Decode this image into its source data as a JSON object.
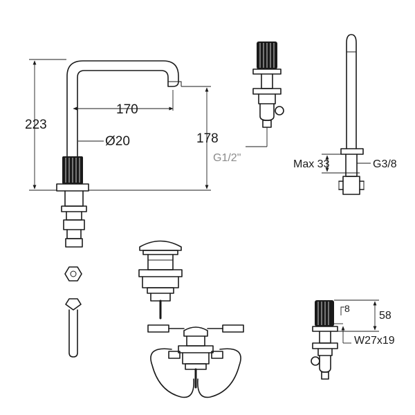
{
  "dimensions": {
    "spout_height": "223",
    "spout_reach": "170",
    "spout_diameter": "Ø20",
    "spout_tail_length": "178",
    "inlet_thread": "G1/2\"",
    "max_deck_thickness": "Max 33",
    "connection_thread": "G3/8",
    "handle_knob_width": "8",
    "handle_height": "58",
    "handle_thread": "W27x19"
  },
  "colors": {
    "line": "#1a1a1a",
    "inlet_label": "#8a8a8a"
  }
}
